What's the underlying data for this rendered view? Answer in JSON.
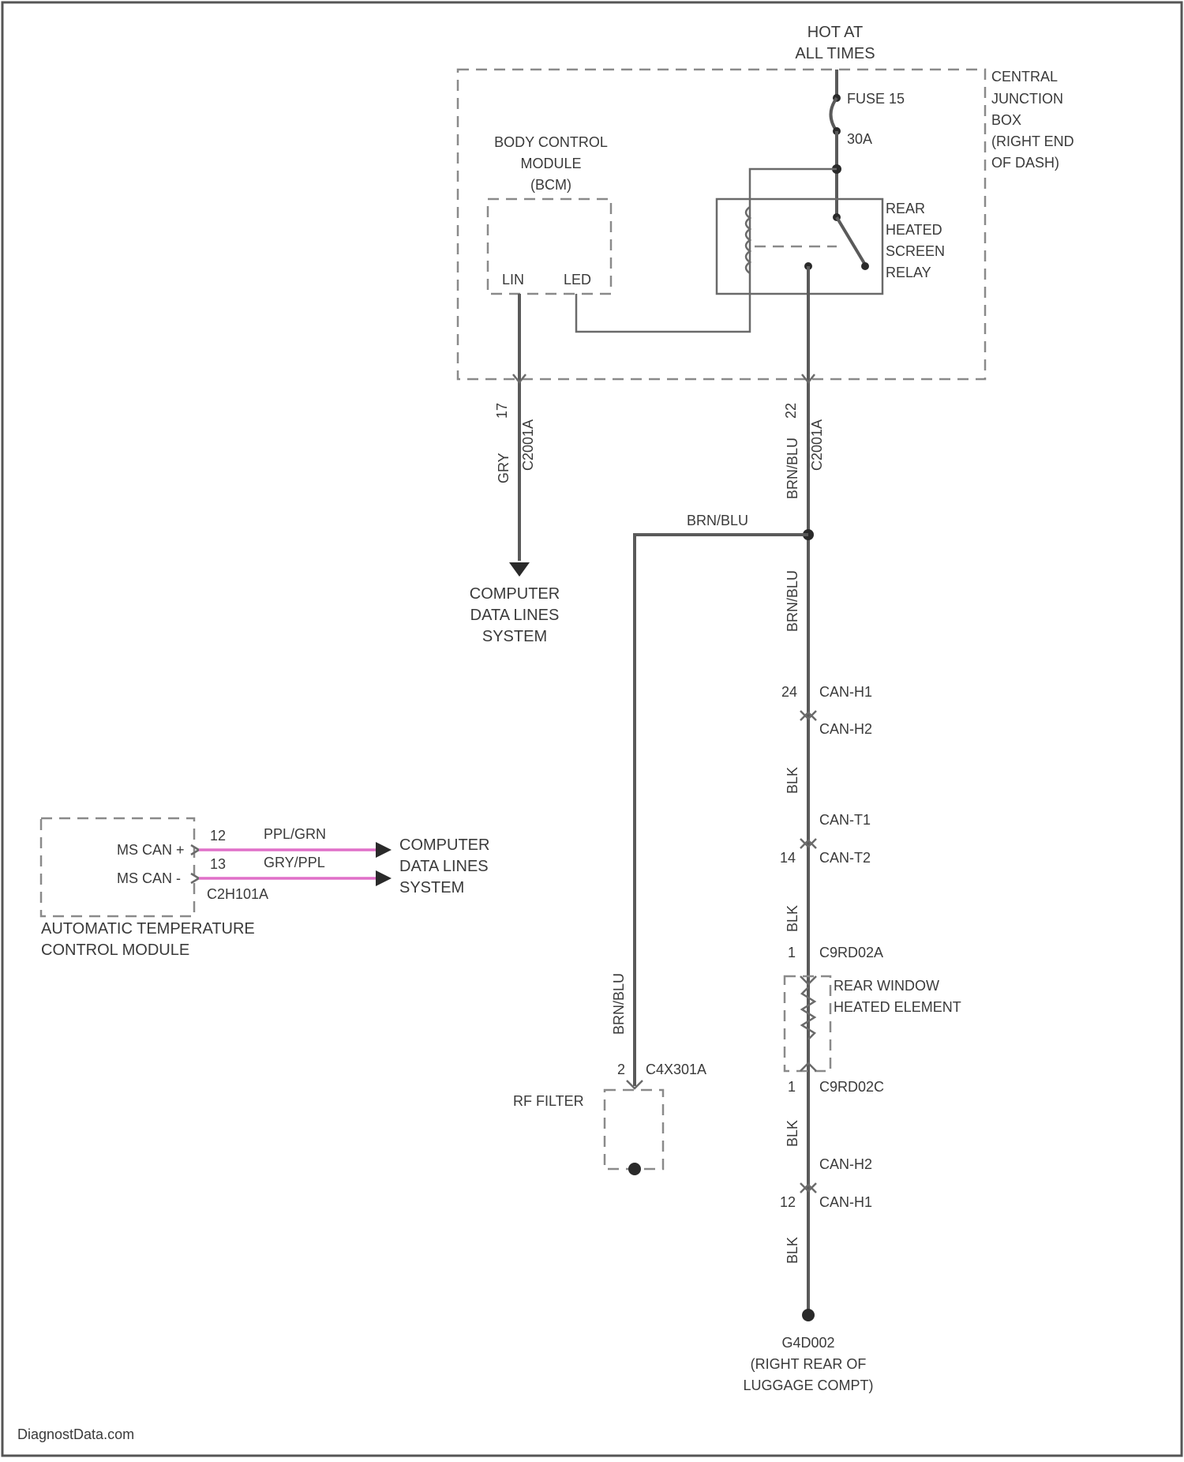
{
  "power": {
    "line1": "HOT AT",
    "line2": "ALL TIMES"
  },
  "fuse": {
    "name": "FUSE 15",
    "rating": "30A"
  },
  "cjb": {
    "lines": [
      "CENTRAL",
      "JUNCTION",
      "BOX",
      "(RIGHT END",
      "OF DASH)"
    ]
  },
  "bcm": {
    "lines": [
      "BODY CONTROL",
      "MODULE",
      "(BCM)"
    ],
    "pin_lin": "LIN",
    "pin_led": "LED"
  },
  "relay": {
    "lines": [
      "REAR",
      "HEATED",
      "SCREEN",
      "RELAY"
    ]
  },
  "left_branch": {
    "pin": "17",
    "connector": "C2001A",
    "wire": "GRY",
    "dest_lines": [
      "COMPUTER",
      "DATA LINES",
      "SYSTEM"
    ]
  },
  "right_branch": {
    "pin": "22",
    "connector": "C2001A",
    "wire": "BRN/BLU",
    "splice_wire": "BRN/BLU",
    "wire2": "BRN/BLU",
    "can1_pin": "24",
    "can1_a": "CAN-H1",
    "can1_b": "CAN-H2",
    "wire3": "BLK",
    "can2_a": "CAN-T1",
    "can2_pin": "14",
    "can2_b": "CAN-T2",
    "wire4": "BLK",
    "elem_pin_top": "1",
    "elem_conn_top": "C9RD02A",
    "element_lines": [
      "REAR WINDOW",
      "HEATED ELEMENT"
    ],
    "elem_pin_bot": "1",
    "elem_conn_bot": "C9RD02C",
    "wire5": "BLK",
    "can3_a": "CAN-H2",
    "can3_pin": "12",
    "can3_b": "CAN-H1",
    "wire6": "BLK",
    "ground_lines": [
      "G4D002",
      "(RIGHT REAR OF",
      "LUGGAGE COMPT)"
    ]
  },
  "rf_filter": {
    "wire": "BRN/BLU",
    "pin": "2",
    "connector": "C4X301A",
    "label": "RF FILTER"
  },
  "atc": {
    "lines": [
      "AUTOMATIC TEMPERATURE",
      "CONTROL MODULE"
    ],
    "row1_label": "MS CAN +",
    "row1_pin": "12",
    "row1_wire": "PPL/GRN",
    "row2_label": "MS CAN -",
    "row2_pin": "13",
    "row2_wire": "GRY/PPL",
    "connector": "C2H101A",
    "dest_lines": [
      "COMPUTER",
      "DATA LINES",
      "SYSTEM"
    ]
  },
  "footer": {
    "watermark": "DiagnostData.com"
  },
  "colors": {
    "wire": "#5a5a5a",
    "data_wire": "#e070c8",
    "border": "#555555"
  }
}
